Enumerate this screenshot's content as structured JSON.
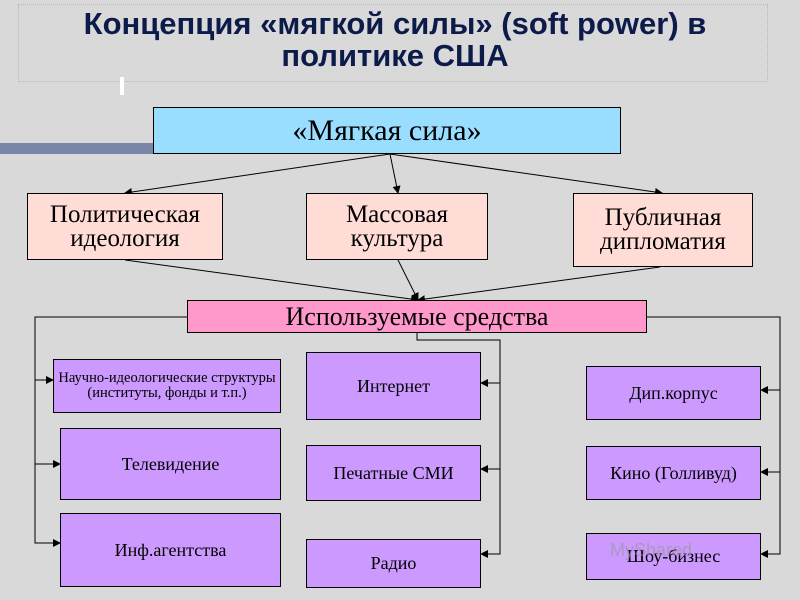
{
  "title": "Концепция «мягкой силы» (soft power) в политике США",
  "root": "«Мягкая сила»",
  "components": [
    "Политическая идеология",
    "Массовая культура",
    "Публичная дипломатия"
  ],
  "means_header": "Используемые средства",
  "left_column": [
    "Научно-идеологические структуры (институты, фонды и т.п.)",
    "Телевидение",
    "Инф.агентства"
  ],
  "middle_column": [
    "Интернет",
    "Печатные СМИ",
    "Радио"
  ],
  "right_column": [
    "Дип.корпус",
    "Кино (Голливуд)",
    "Шоу-бизнес"
  ],
  "watermark": "MyShared",
  "colors": {
    "background": "#d9d9d9",
    "title_text": "#0d1b4a",
    "root_box": "#99ddff",
    "component_box": "#ffdcd6",
    "means_box": "#ff99cc",
    "item_box": "#cc99ff"
  }
}
